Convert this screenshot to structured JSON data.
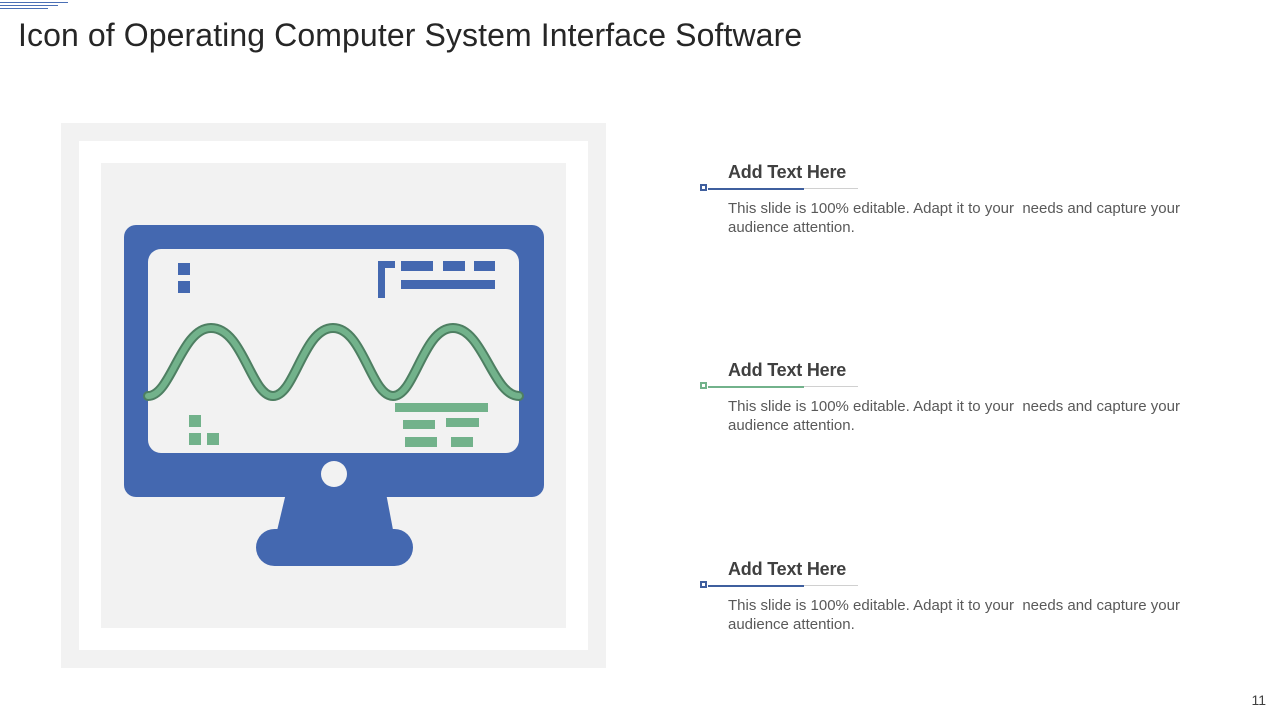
{
  "slide": {
    "title": "Icon of Operating Computer System Interface Software",
    "page_number": "11"
  },
  "colors": {
    "primary_blue": "#4468b0",
    "accent_green": "#72b28b",
    "frame_grey": "#f2f2f2",
    "screen_light": "#f2f2f2"
  },
  "illustration": {
    "icon": "computer-monitor-icon"
  },
  "items": [
    {
      "heading": "Add Text Here",
      "body": "This slide is 100% editable. Adapt it to your  needs and capture your audience attention.",
      "accent": "#3f5f9e"
    },
    {
      "heading": "Add Text Here",
      "body": "This slide is 100% editable. Adapt it to your  needs and capture your audience attention.",
      "accent": "#72b28b"
    },
    {
      "heading": "Add Text Here",
      "body": "This slide is 100% editable. Adapt it to your  needs and capture your audience attention.",
      "accent": "#3f5f9e"
    }
  ]
}
